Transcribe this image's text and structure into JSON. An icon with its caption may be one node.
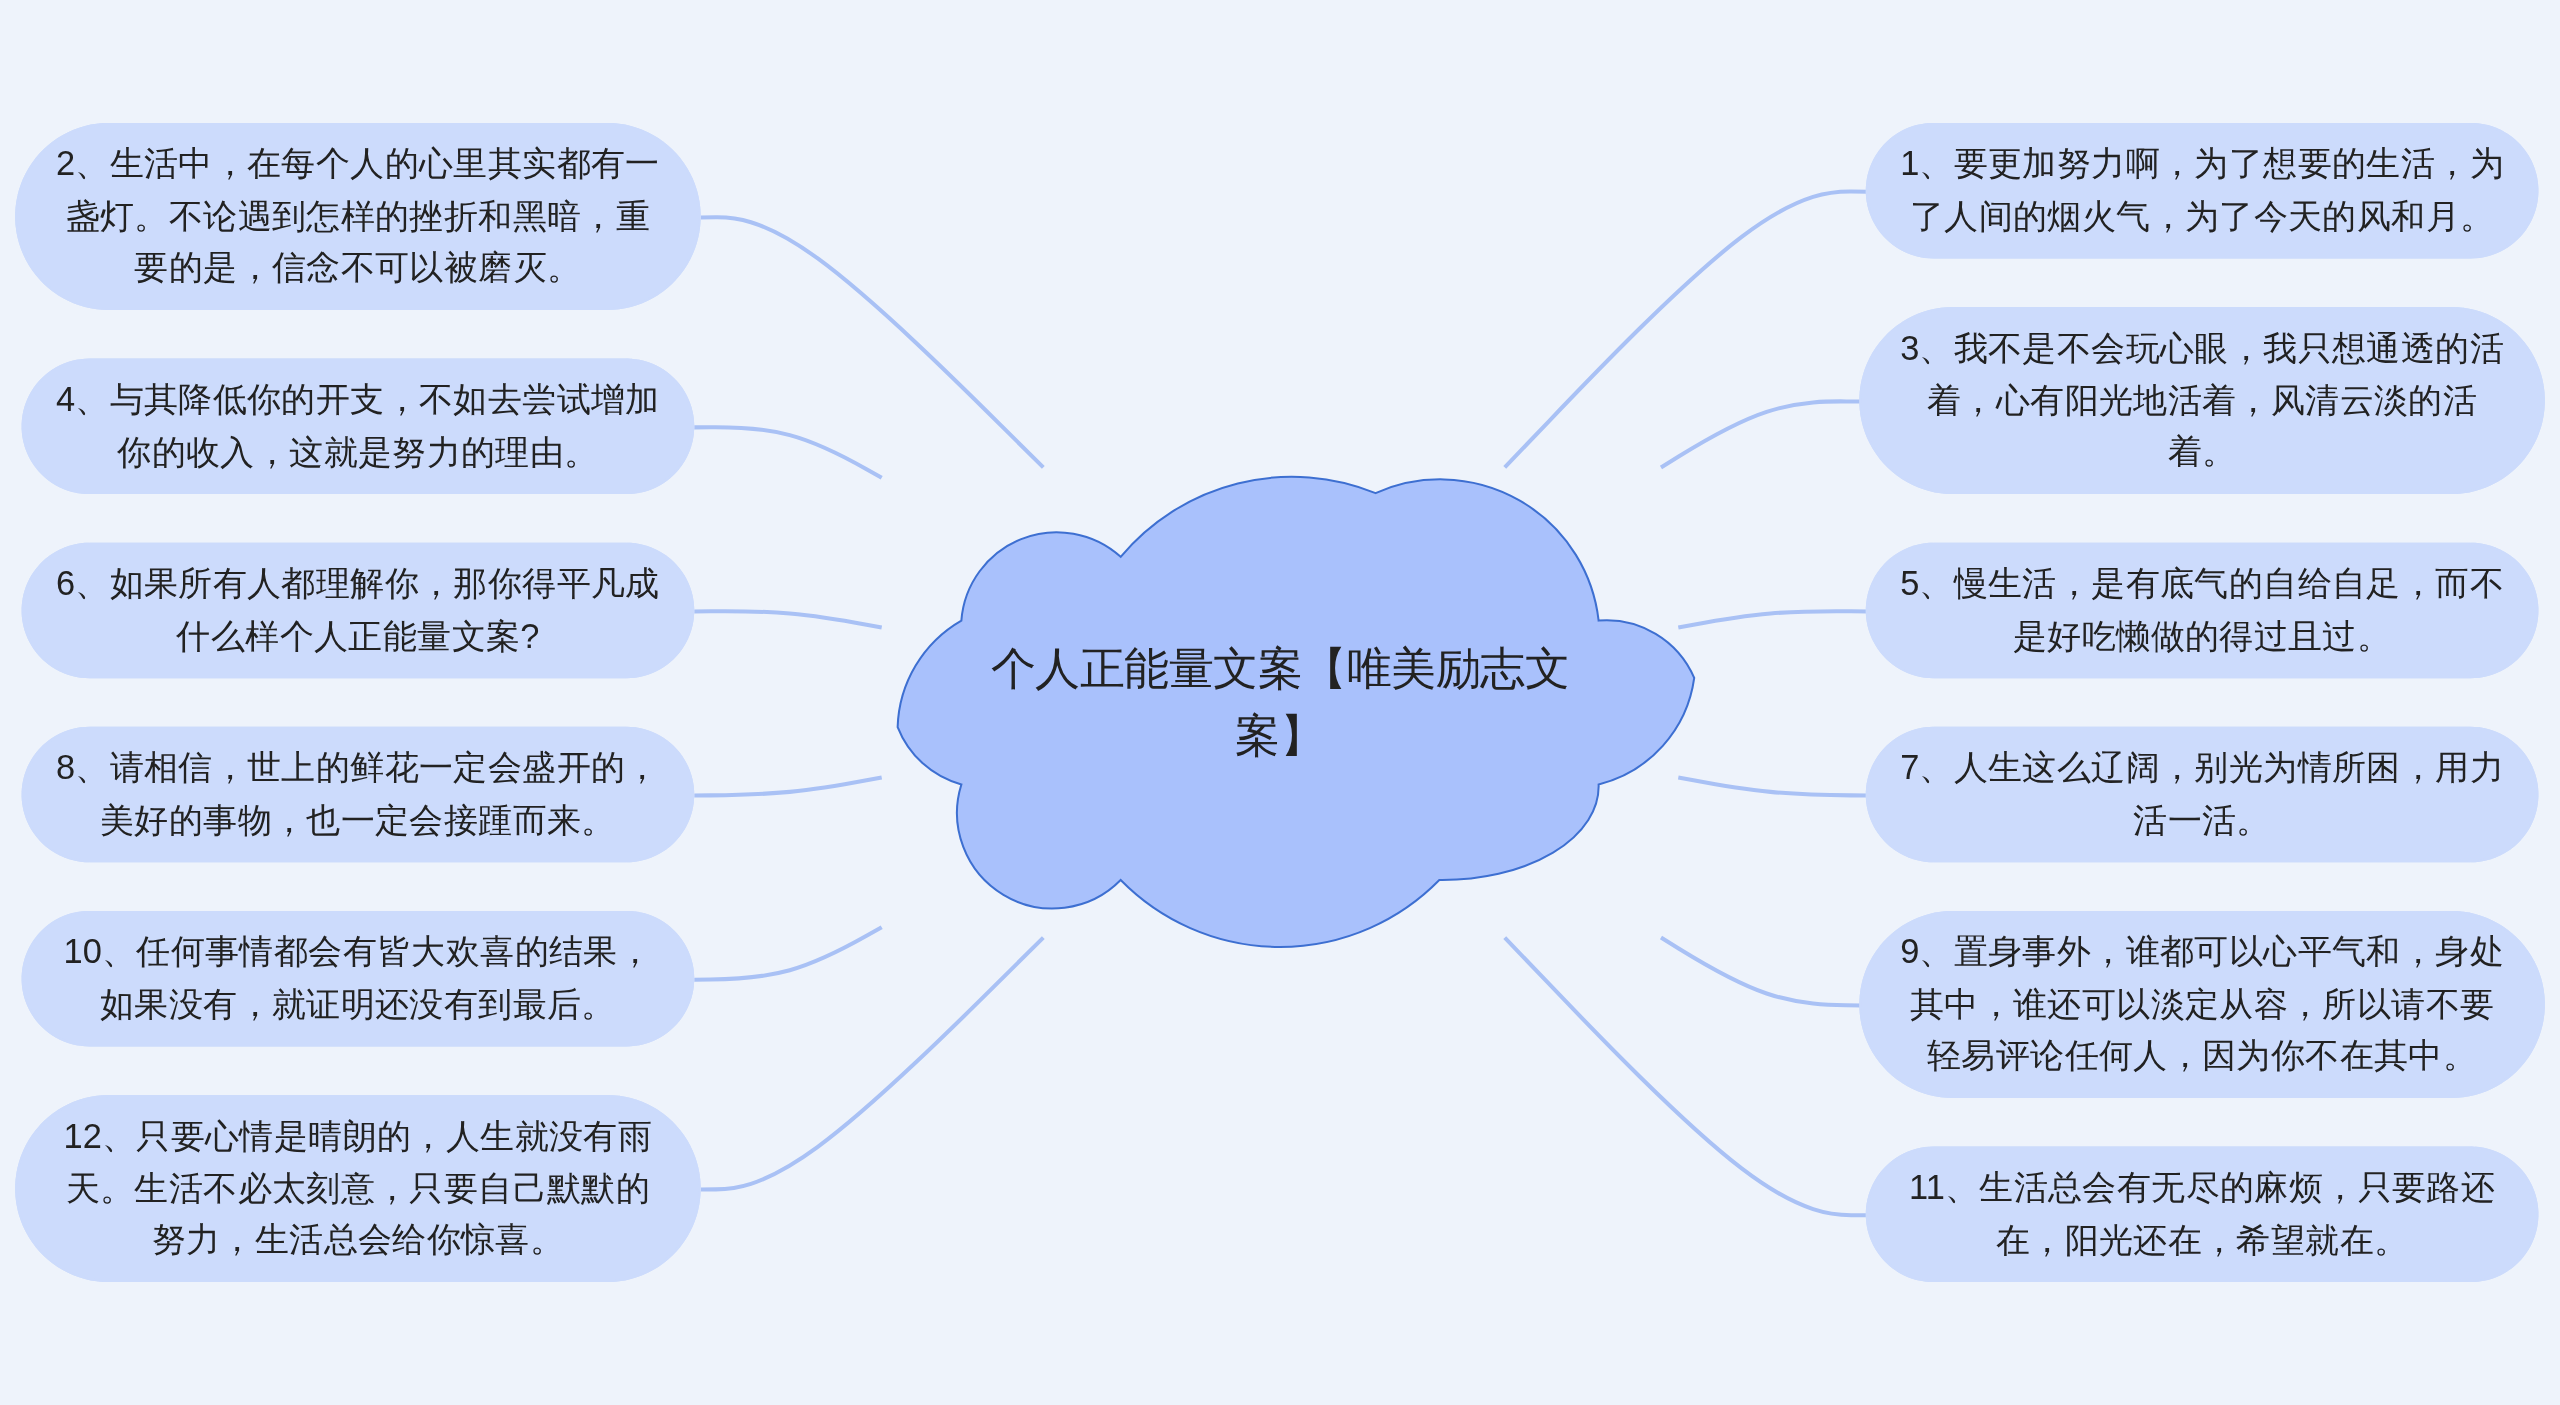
{
  "diagram": {
    "nodes": [
      {
        "text": [
          "个人正能量文案【唯美励志文案】"
        ]
      },
      {
        "text": [
          "1、要更加努力啊，为了想要的生活，为了人间的烟火气，为了今天的风和月。"
        ]
      },
      {
        "text": [
          "2、生活中，在每个人的心里其实都有一盏灯。不论遇到怎样的挫折和黑暗，重要的是，信念不可以被磨灭。"
        ]
      },
      {
        "text": [
          "3、我不是不会玩心眼，我只想通透的活着，心有阳光地活着，风清云淡的活着。"
        ]
      },
      {
        "text": [
          "4、与其降低你的开支，不如去尝试增加你的收入，这就是努力的理由。"
        ]
      },
      {
        "text": [
          "5、慢生活，是有底气的自给自足，而不是好吃懒做的得过且过。"
        ]
      },
      {
        "text": [
          "6、如果所有人都理解你，那你得平凡成什么样个人正能量文案?"
        ]
      },
      {
        "text": [
          "7、人生这么辽阔，别光为情所困，用力活一活。"
        ]
      },
      {
        "text": [
          "8、请相信，世上的鲜花一定会盛开的，美好的事物，也一定会接踵而来。"
        ]
      },
      {
        "text": [
          "9、置身事外，谁都可以心平气和，身处其中，谁还可以淡定从容，所以请不要轻易评论任何人，因为你不在其中。"
        ]
      },
      {
        "text": [
          "10、任何事情都会有皆大欢喜的结果，如果没有，就证明还没有到最后。"
        ]
      },
      {
        "text": [
          "11、生活总会有无尽的麻烦，只要路还在，阳光还在，希望就在。"
        ]
      },
      {
        "text": [
          "12、只要心情是晴朗的，人生就没有雨天。生活不必太刻意，只要自己默默的努力，生活总会给你惊喜。"
        ]
      }
    ],
    "edges": [
      {
        "from": 0,
        "to": 1,
        "arrow": "none"
      },
      {
        "from": 0,
        "to": 2,
        "arrow": "none"
      },
      {
        "from": 0,
        "to": 3,
        "arrow": "none"
      },
      {
        "from": 0,
        "to": 4,
        "arrow": "none"
      },
      {
        "from": 0,
        "to": 5,
        "arrow": "none"
      },
      {
        "from": 0,
        "to": 6,
        "arrow": "none"
      },
      {
        "from": 0,
        "to": 7,
        "arrow": "none"
      },
      {
        "from": 0,
        "to": 8,
        "arrow": "none"
      },
      {
        "from": 0,
        "to": 9,
        "arrow": "none"
      },
      {
        "from": 0,
        "to": 10,
        "arrow": "none"
      },
      {
        "from": 0,
        "to": 11,
        "arrow": "none"
      },
      {
        "from": 0,
        "to": 12,
        "arrow": "none"
      }
    ]
  }
}
